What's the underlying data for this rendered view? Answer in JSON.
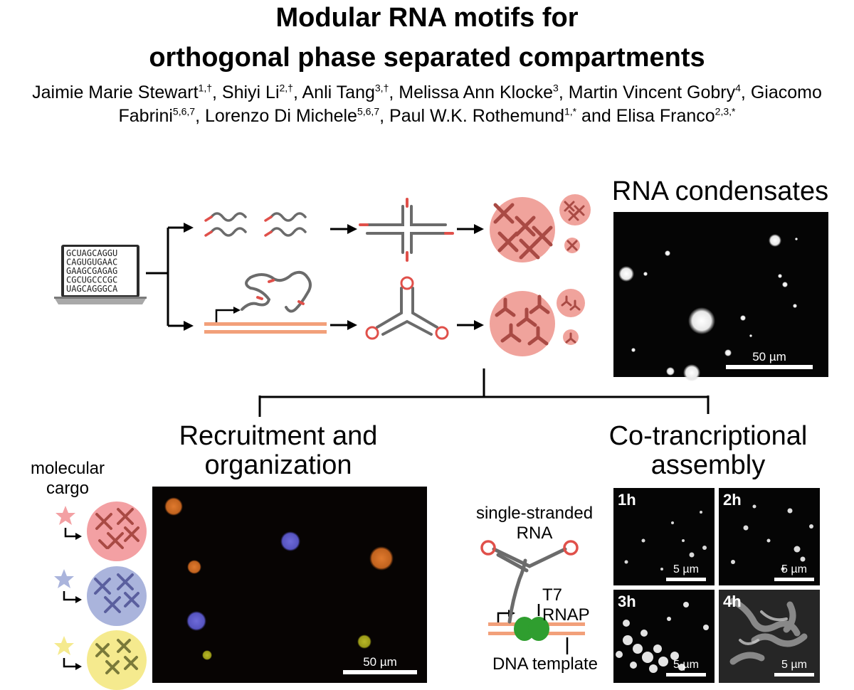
{
  "title": {
    "line1": "Modular RNA motifs for",
    "line2": "orthogonal phase separated compartments"
  },
  "authors": [
    {
      "name": "Jaimie Marie Stewart",
      "aff": "1,†",
      "sep": ", "
    },
    {
      "name": "Shiyi Li",
      "aff": "2,†",
      "sep": ", "
    },
    {
      "name": "Anli Tang",
      "aff": "3,†",
      "sep": ", "
    },
    {
      "name": "Melissa Ann Klocke",
      "aff": "3",
      "sep": ", "
    },
    {
      "name": "Martin Vincent Gobry",
      "aff": "4",
      "sep": ", "
    },
    {
      "name": "Giacomo Fabrini",
      "aff": "5,6,7",
      "sep": ", "
    },
    {
      "name": "Lorenzo Di Michele",
      "aff": "5,6,7",
      "sep": ", "
    },
    {
      "name": "Paul W.K. Rothemund",
      "aff": "1,*",
      "sep": " and "
    },
    {
      "name": "Elisa Franco",
      "aff": "2,3,*",
      "sep": ""
    }
  ],
  "laptop_sequences": [
    "GCUAGCAGGU",
    "CAGUGUGAAC",
    "GAAGCGAGAG",
    "CGCUGCCCGC",
    "UAGCAGGGCA"
  ],
  "condensates": {
    "title": "RNA condensates",
    "scale": "50 µm"
  },
  "recruitment": {
    "title_line1": "Recruitment and",
    "title_line2": "organization",
    "cargo_line1": "molecular",
    "cargo_line2": "cargo",
    "scale": "50 µm"
  },
  "cotranscriptional": {
    "title_line1": "Co-trancriptional",
    "title_line2": "assembly",
    "ssrna_line1": "single-stranded",
    "ssrna_line2": "RNA",
    "rnap": "T7 RNAP",
    "template": "DNA template",
    "panels": [
      {
        "time": "1h",
        "scale": "5 µm"
      },
      {
        "time": "2h",
        "scale": "5 µm"
      },
      {
        "time": "3h",
        "scale": "5 µm"
      },
      {
        "time": "4h",
        "scale": "5 µm"
      }
    ]
  },
  "colors": {
    "strand": "#6b6b6b",
    "accent": "#e0504a",
    "droplet": "#f0a39c",
    "dna": "#f2a07a",
    "rnap": "#2f9e2f",
    "cargo_red": "#f3a0a3",
    "cargo_blue": "#aab4dc",
    "cargo_yellow": "#f5ea8e"
  }
}
